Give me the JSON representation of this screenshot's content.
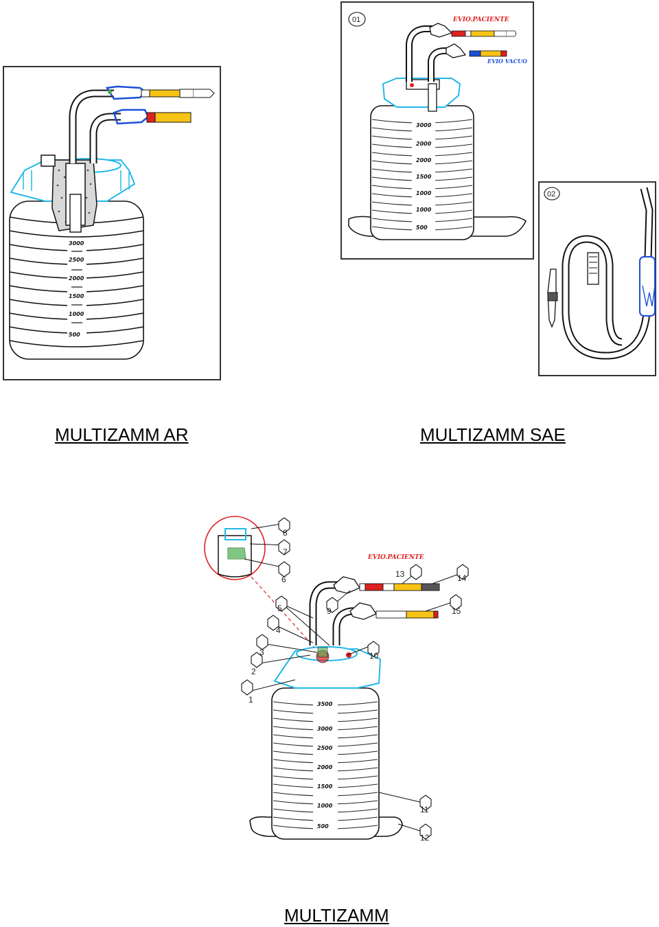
{
  "captions": {
    "ar": "MULTIZAMM AR",
    "sae": "MULTIZAMM SAE",
    "main": "MULTIZAMM"
  },
  "panels": {
    "sae_badge": "01",
    "tube_badge": "02",
    "sae_label_patient": "EVIO.PACIENTE",
    "sae_label_vacuum": "EVIO VACUO",
    "sae_grad": [
      "3000",
      "2000",
      "2000",
      "1500",
      "1000",
      "1000",
      "500"
    ],
    "ar_grad": [
      "3000",
      "2500",
      "2000",
      "1500",
      "1000",
      "500"
    ]
  },
  "main_diagram": {
    "label_patient": "EVIO.PACIENTE",
    "graduations": [
      "3500",
      "3000",
      "2500",
      "2000",
      "1500",
      "1000",
      "500"
    ],
    "callouts": [
      "1",
      "2",
      "3",
      "4",
      "5",
      "6",
      "7",
      "8",
      "9",
      "10",
      "11",
      "12",
      "13",
      "14",
      "15"
    ]
  },
  "colors": {
    "cap_blue": "#22b8e8",
    "connector_blue": "#1b4fd8",
    "tube_yellow": "#f7c315",
    "red": "#e02020",
    "green": "#4caf50"
  }
}
